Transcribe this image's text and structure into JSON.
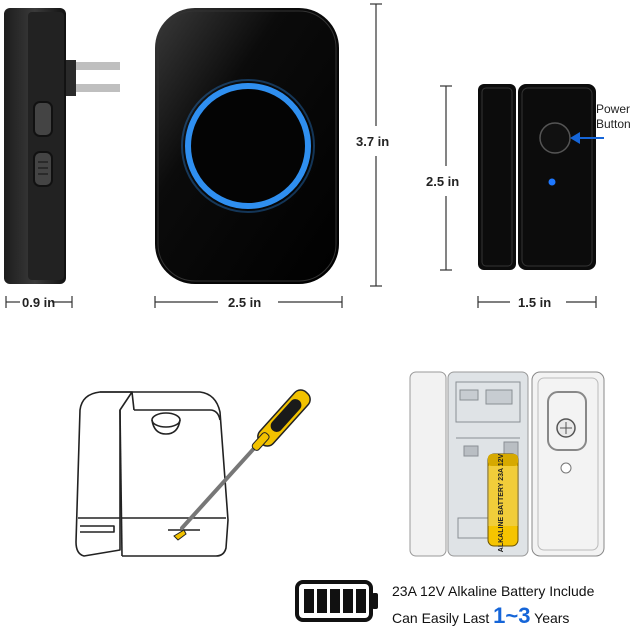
{
  "dimensions": {
    "receiver_depth": "0.9 in",
    "bell_height": "3.7 in",
    "bell_width": "2.5 in",
    "sensor_height": "2.5 in",
    "sensor_width": "1.5 in"
  },
  "callout": {
    "label_line1": "Power",
    "label_line2": "Button"
  },
  "battery_info": {
    "line1": "23A 12V Alkaline Battery Include",
    "line2_prefix": "Can Easily Last",
    "line2_highlight": "1~3",
    "line2_suffix": "Years"
  },
  "battery_label_text": "ALKALINE BATTERY 23A 12V",
  "colors": {
    "accent": "#1565d8",
    "ring": "#2f8ff0",
    "device": "#0c0c0c",
    "screwdriver": "#f2c200"
  },
  "icons": [
    "battery-full-icon",
    "power-button-arrow-icon",
    "screwdriver-icon"
  ]
}
